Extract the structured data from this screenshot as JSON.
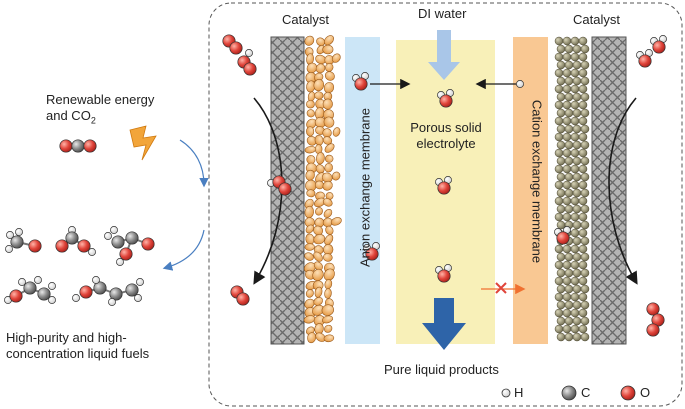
{
  "left_panel": {
    "energy_line1": "Renewable energy",
    "energy_line2": "and CO",
    "energy_sub": "2",
    "fuels_line1": "High-purity and high-",
    "fuels_line2": "concentration liquid fuels"
  },
  "reactor": {
    "catalyst_left": "Catalyst",
    "catalyst_right": "Catalyst",
    "di_water": "DI water",
    "electrolyte_line1": "Porous solid",
    "electrolyte_line2": "electrolyte",
    "anion_membrane": "Anion exchange membrane",
    "cation_membrane": "Cation exchange membrane",
    "products": "Pure liquid products"
  },
  "legend": {
    "h": "H",
    "c": "C",
    "o": "O"
  },
  "colors": {
    "anion_membrane": "#cce6f7",
    "electrolyte": "#f8f0b8",
    "cation_membrane": "#f9c893",
    "oxygen": "#e0443a",
    "carbon": "#8a8a8a",
    "hydrogen": "#ffffff",
    "arrow_blue": "#4a7fc1",
    "block_arrow_dark": "#2e64a8",
    "block_arrow_light": "#a9c6e8",
    "cross_red": "#e0443a"
  }
}
